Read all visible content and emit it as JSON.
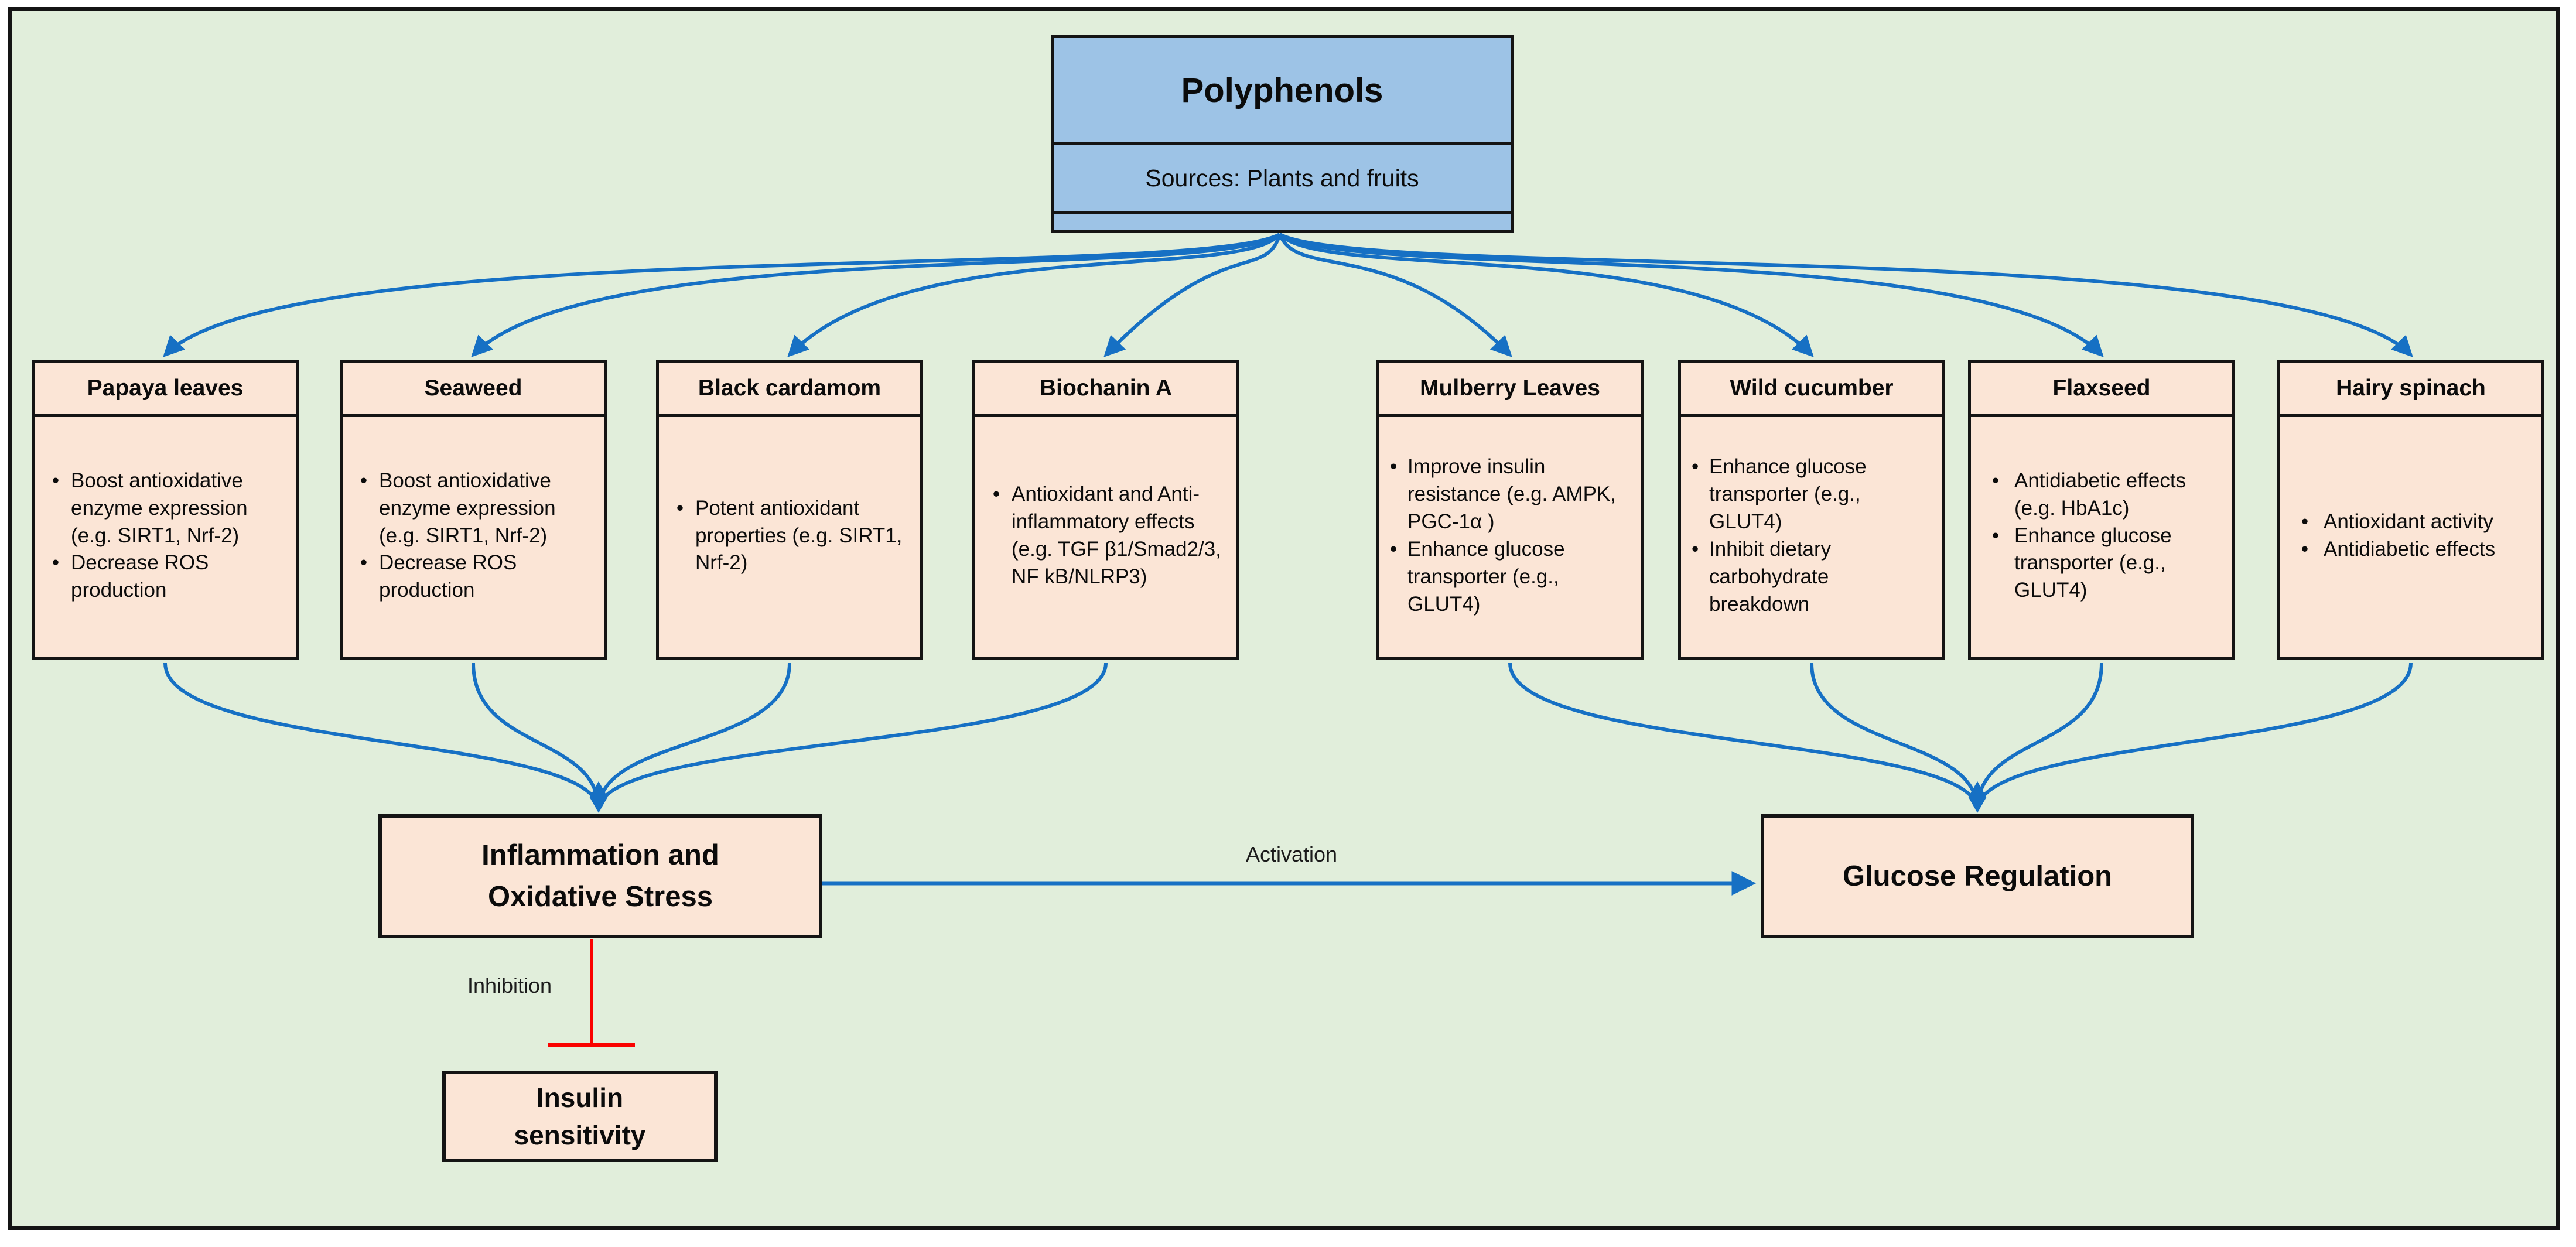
{
  "diagram": {
    "root": {
      "title": "Polyphenols",
      "subtitle": "Sources: Plants and fruits"
    },
    "sources": [
      {
        "title": "Papaya leaves",
        "bullets": [
          "Boost antioxidative enzyme expression (e.g. SIRT1, Nrf-2)",
          "Decrease ROS production"
        ]
      },
      {
        "title": "Seaweed",
        "bullets": [
          "Boost antioxidative enzyme expression (e.g. SIRT1, Nrf-2)",
          "Decrease ROS production"
        ]
      },
      {
        "title": "Black cardamom",
        "bullets": [
          "Potent antioxidant properties (e.g. SIRT1, Nrf-2)"
        ]
      },
      {
        "title": "Biochanin A",
        "bullets": [
          "Antioxidant and Anti-inflammatory effects  (e.g. TGF β1/Smad2/3, NF kB/NLRP3)"
        ]
      },
      {
        "title": "Mulberry Leaves",
        "bullets": [
          "Improve insulin resistance (e.g. AMPK, PGC-1α )",
          "Enhance glucose transporter (e.g., GLUT4)"
        ]
      },
      {
        "title": "Wild cucumber",
        "bullets": [
          "Enhance glucose transporter (e.g., GLUT4)",
          "Inhibit dietary carbohydrate breakdown"
        ]
      },
      {
        "title": "Flaxseed",
        "bullets": [
          "Antidiabetic effects (e.g. HbA1c)",
          "Enhance glucose transporter (e.g., GLUT4)"
        ]
      },
      {
        "title": "Hairy spinach",
        "bullets": [
          "Antioxidant activity",
          "Antidiabetic effects"
        ]
      }
    ],
    "nodes": {
      "inflammation": {
        "label": "Inflammation and Oxidative Stress"
      },
      "glucose": {
        "label": "Glucose Regulation"
      },
      "insulin": {
        "label": "Insulin sensitivity"
      }
    },
    "edges": {
      "activation_label": "Activation",
      "inhibition_label": "Inhibition"
    },
    "colors": {
      "background": "#e1eedb",
      "source_box_fill": "#fbe5d6",
      "root_box_fill": "#9dc3e6",
      "arrow_blue": "#1670c4",
      "inhibition_red": "#fa0200",
      "border": "#141414"
    }
  }
}
